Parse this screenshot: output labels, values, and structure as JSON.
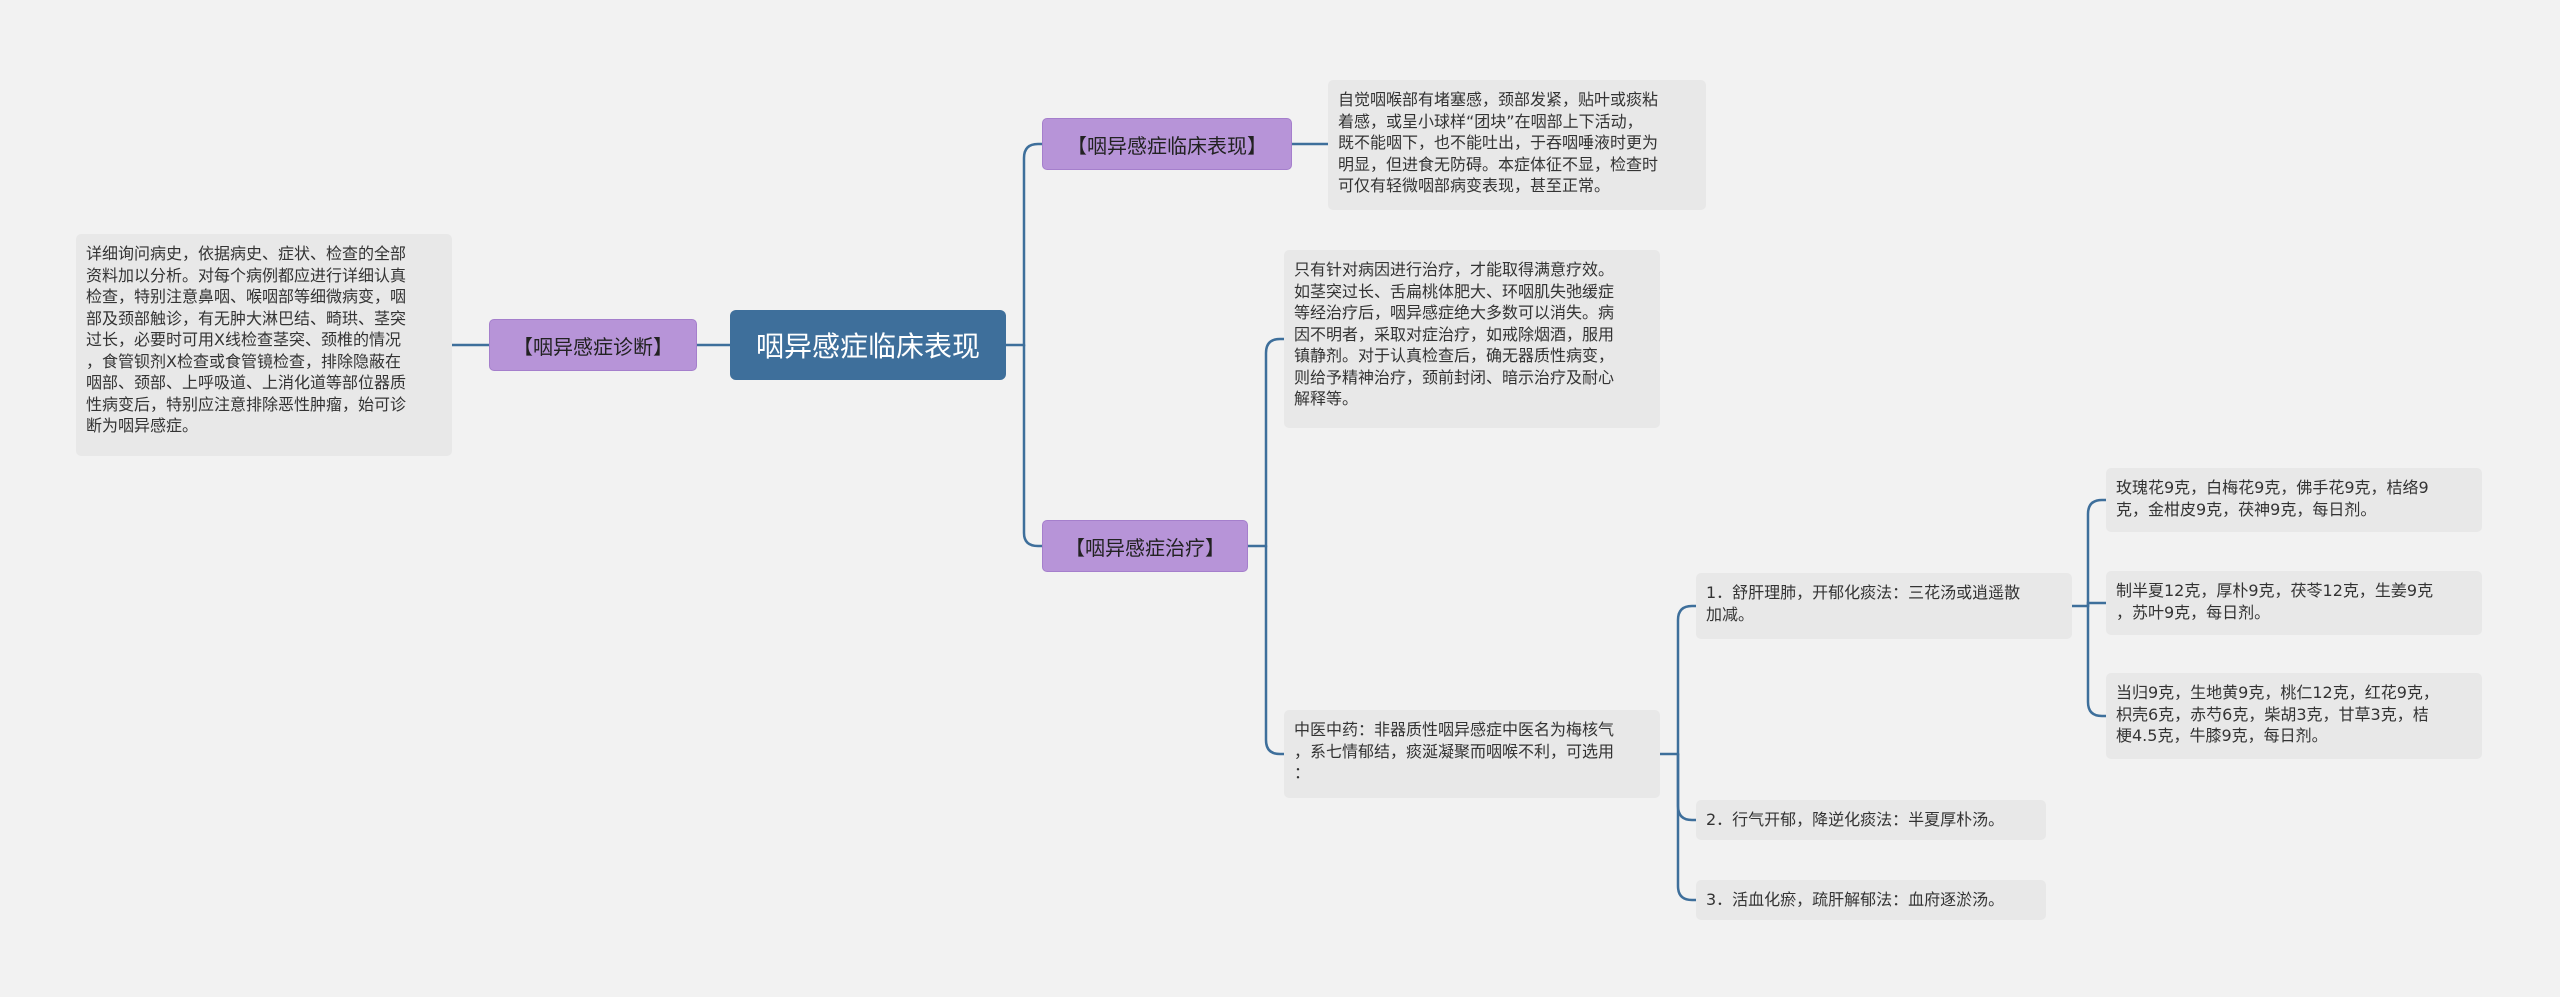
{
  "colors": {
    "root": "#3e6f9b",
    "branch": "#b794d8",
    "leaf": "#e8e8e8",
    "line": "#3e6f9b",
    "background": "#f2f2f2"
  },
  "root": {
    "label": "咽异感症临床表现"
  },
  "branches": {
    "clinical": {
      "label": "【咽异感症临床表现】"
    },
    "diagnosis": {
      "label": "【咽异感症诊断】"
    },
    "treatment": {
      "label": "【咽异感症治疗】"
    }
  },
  "leaves": {
    "clinical_desc": "自觉咽喉部有堵塞感，颈部发紧，贴叶或痰粘\n着感，或呈小球样“团块”在咽部上下活动，\n既不能咽下，也不能吐出，于吞咽唾液时更为\n明显，但进食无防碍。本症体征不显，检查时\n可仅有轻微咽部病变表现，甚至正常。",
    "diagnosis_desc": "详细询问病史，依据病史、症状、检查的全部\n资料加以分析。对每个病例都应进行详细认真\n检查，特别注意鼻咽、喉咽部等细微病变，咽\n部及颈部触诊，有无肿大淋巴结、畸珙、茎突\n过长，必要时可用X线检查茎突、颈椎的情况\n，食管钡剂X检查或食管镜检查，排除隐蔽在\n咽部、颈部、上呼吸道、上消化道等部位器质\n性病变后，特别应注意排除恶性肿瘤，始可诊\n断为咽异感症。",
    "treatment_cause": "只有针对病因进行治疗，才能取得满意疗效。\n如茎突过长、舌扁桃体肥大、环咽肌失弛缓症\n等经治疗后，咽异感症绝大多数可以消失。病\n因不明者，采取对症治疗，如戒除烟酒，服用\n镇静剂。对于认真检查后，确无器质性病变，\n则给予精神治疗，颈前封闭、暗示治疗及耐心\n解释等。",
    "tcm": "中医中药：非器质性咽异感症中医名为梅核气\n，系七情郁结，痰涎凝聚而咽喉不利，可选用\n：",
    "method1": "1．舒肝理肺，开郁化痰法：三花汤或逍遥散\n加减。",
    "method2": "2．行气开郁，降逆化痰法：半夏厚朴汤。",
    "method3": "3．活血化瘀，疏肝解郁法：血府逐淤汤。",
    "formula1": "玫瑰花9克，白梅花9克，佛手花9克，桔络9\n克，金柑皮9克，茯神9克，每日剂。",
    "formula2": "制半夏12克，厚朴9克，茯苓12克，生姜9克\n，苏叶9克，每日剂。",
    "formula3": "当归9克，生地黄9克，桃仁12克，红花9克，\n枳壳6克，赤芍6克，柴胡3克，甘草3克，桔\n梗4.5克，牛膝9克，每日剂。"
  }
}
